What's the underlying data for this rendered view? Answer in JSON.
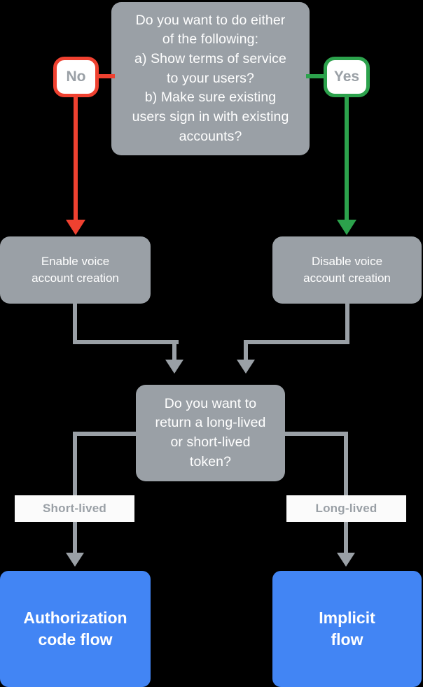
{
  "diagram": {
    "title": "Account linking flow selection",
    "colors": {
      "node_gray": "#9aa0a6",
      "terminal_blue": "#4285f4",
      "no_red": "#ef4130",
      "yes_green": "#2ca24c",
      "label_bg": "#fbfbfb",
      "background": "#000000"
    },
    "nodes": {
      "q_tos": "Do you want to do either\nof the following:\na) Show terms of service\nto your users?\nb) Make sure existing\nusers sign in with existing\naccounts?",
      "enable_voice": "Enable voice\naccount creation",
      "disable_voice": "Disable voice\naccount creation",
      "q_token": "Do you want to\nreturn a long-lived\nor short-lived\ntoken?",
      "authorization_code_flow": "Authorization\ncode flow",
      "implicit_flow": "Implicit\nflow"
    },
    "badges": {
      "no": "No",
      "yes": "Yes"
    },
    "edge_labels": {
      "short_lived": "Short-lived",
      "long_lived": "Long-lived"
    }
  }
}
